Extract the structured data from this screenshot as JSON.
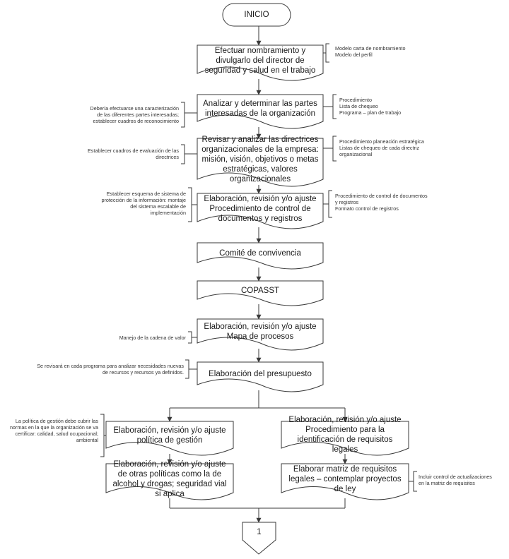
{
  "start": "INICIO",
  "end_connector": "1",
  "steps": [
    {
      "id": "s1",
      "text": "Efectuar nombramiento y divulgarlo del director de seguridad y salud en el trabajo"
    },
    {
      "id": "s2",
      "text": "Analizar y determinar las partes interesadas de la organización"
    },
    {
      "id": "s3",
      "text": "Revisar y analizar las directrices organizacionales de la empresa: misión, visión, objetivos o metas estratégicas, valores organizacionales"
    },
    {
      "id": "s4",
      "text": "Elaboración, revisión y/o ajuste Procedimiento de control de documentos y registros"
    },
    {
      "id": "s5",
      "text": "Comité de convivencia"
    },
    {
      "id": "s6",
      "text": "COPASST"
    },
    {
      "id": "s7",
      "text": "Elaboración, revisión y/o ajuste Mapa de procesos"
    },
    {
      "id": "s8",
      "text": "Elaboración del presupuesto"
    },
    {
      "id": "s9",
      "text": "Elaboración, revisión y/o ajuste política de gestión"
    },
    {
      "id": "s10",
      "text": "Elaboración, revisión y/o ajuste de otras políticas como la de alcohol y drogas; seguridad vial si aplica"
    },
    {
      "id": "s11",
      "text": "Elaboración, revisión y/o ajuste Procedimiento para la identificación de requisitos legales"
    },
    {
      "id": "s12",
      "text": "Elaborar matriz de requisitos legales – contemplar proyectos de ley"
    }
  ],
  "notes_right": {
    "s1": [
      "Modelo carta de nombramiento",
      "Modelo del perfil"
    ],
    "s2": [
      "Procedimiento",
      "Lista de chequeo",
      "Programa – plan de trabajo"
    ],
    "s3": [
      "Procedimiento planeación estratégica",
      "Listas de chequeo de cada directriz",
      "organizacional"
    ],
    "s4": [
      "Procedimiento de control de documentos",
      "y registros",
      "Formato control de registros"
    ],
    "s12": [
      "Incluir control de actualizaciones",
      "en la matriz de requisitos"
    ]
  },
  "notes_left": {
    "s2": [
      "Debería efectuarse una caracterización",
      "de las diferentes partes interesadas;",
      "establecer cuadros de reconocimiento"
    ],
    "s3": [
      "Establecer cuadros de evaluación de las",
      "directrices"
    ],
    "s4": [
      "Establecer esquema de sistema de",
      "protección de la información: montaje",
      "del sistema escalable de",
      "implementación"
    ],
    "s7": [
      "Manejo de la cadena de valor"
    ],
    "s8": [
      "Se revisará en cada programa para analizar necesidades nuevas",
      "de recursos y recursos ya definidos."
    ],
    "s9": [
      "La política de gestión debe cubrir las",
      "normas en la que la organización se va",
      "certificar: calidad, salud ocupacional;",
      "ambiental"
    ]
  },
  "colors": {
    "stroke": "#3a3a3a",
    "fill": "#ffffff",
    "text": "#1a1a1a"
  }
}
